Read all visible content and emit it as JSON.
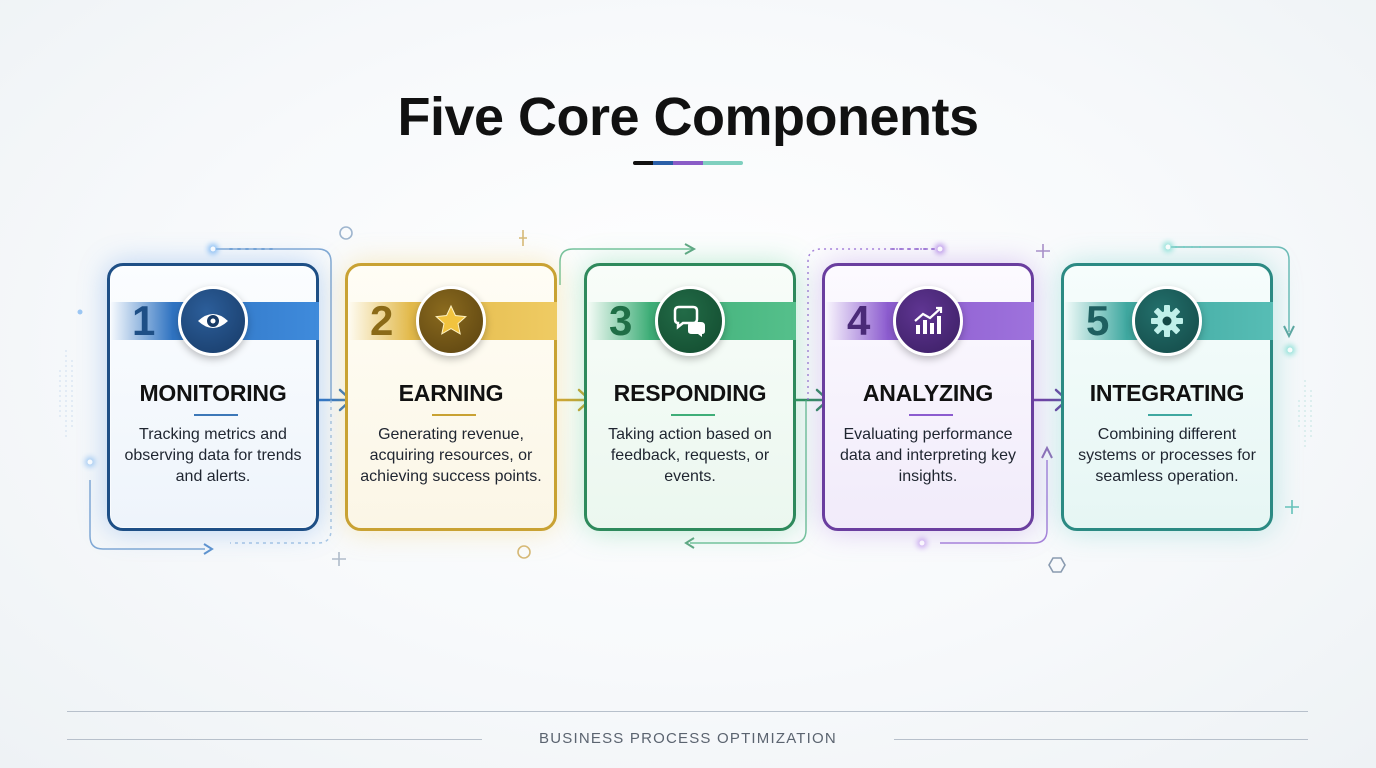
{
  "title": "Five Core Components",
  "components": [
    {
      "number": "1",
      "heading": "MONITORING",
      "description": "Tracking metrics and observing data for trends and alerts.",
      "icon": "eye-icon",
      "color": "#1e4f86"
    },
    {
      "number": "2",
      "heading": "EARNING",
      "description": "Generating revenue, acquiring resources, or achieving success points.",
      "icon": "star-icon",
      "color": "#c9a233"
    },
    {
      "number": "3",
      "heading": "RESPONDING",
      "description": "Taking action based on feedback, requests, or events.",
      "icon": "chat-bubbles-icon",
      "color": "#2e8a5c"
    },
    {
      "number": "4",
      "heading": "ANALYZING",
      "description": "Evaluating performance data and interpreting key insights.",
      "icon": "chart-icon",
      "color": "#6a3e9f"
    },
    {
      "number": "5",
      "heading": "INTEGRATING",
      "description": "Combining different systems or processes for seamless operation.",
      "icon": "gear-icon",
      "color": "#2b8a83"
    }
  ],
  "footer": "BUSINESS PROCESS OPTIMIZATION"
}
